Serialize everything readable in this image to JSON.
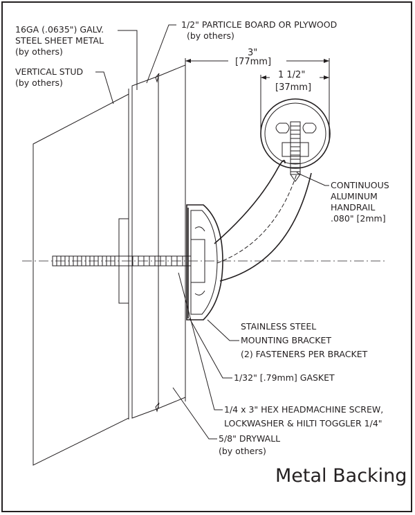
{
  "title": "Metal Backing",
  "labels": {
    "steel_sheet": [
      "16GA (.0635\") GALV.",
      "STEEL SHEET METAL",
      "(by others)"
    ],
    "particle_board": [
      "1/2\" PARTICLE BOARD OR PLYWOOD",
      "(by others)"
    ],
    "stud": [
      "VERTICAL STUD",
      "(by others)"
    ],
    "handrail": [
      "CONTINUOUS",
      "ALUMINUM",
      "HANDRAIL",
      ".080\" [2mm]"
    ],
    "bracket": [
      "STAINLESS STEEL",
      "MOUNTING BRACKET",
      "(2) FASTENERS PER BRACKET"
    ],
    "gasket": [
      "1/32\" [.79mm] GASKET"
    ],
    "screw": [
      "1/4 x 3\" HEX HEADMACHINE SCREW,",
      "LOCKWASHER & HILTI TOGGLER 1/4\""
    ],
    "drywall": [
      "5/8\" DRYWALL",
      "(by others)"
    ]
  },
  "dimensions": {
    "projection": [
      "3\"",
      "[77mm]"
    ],
    "rail_diameter": [
      "1  1/2\"",
      "[37mm]"
    ]
  }
}
